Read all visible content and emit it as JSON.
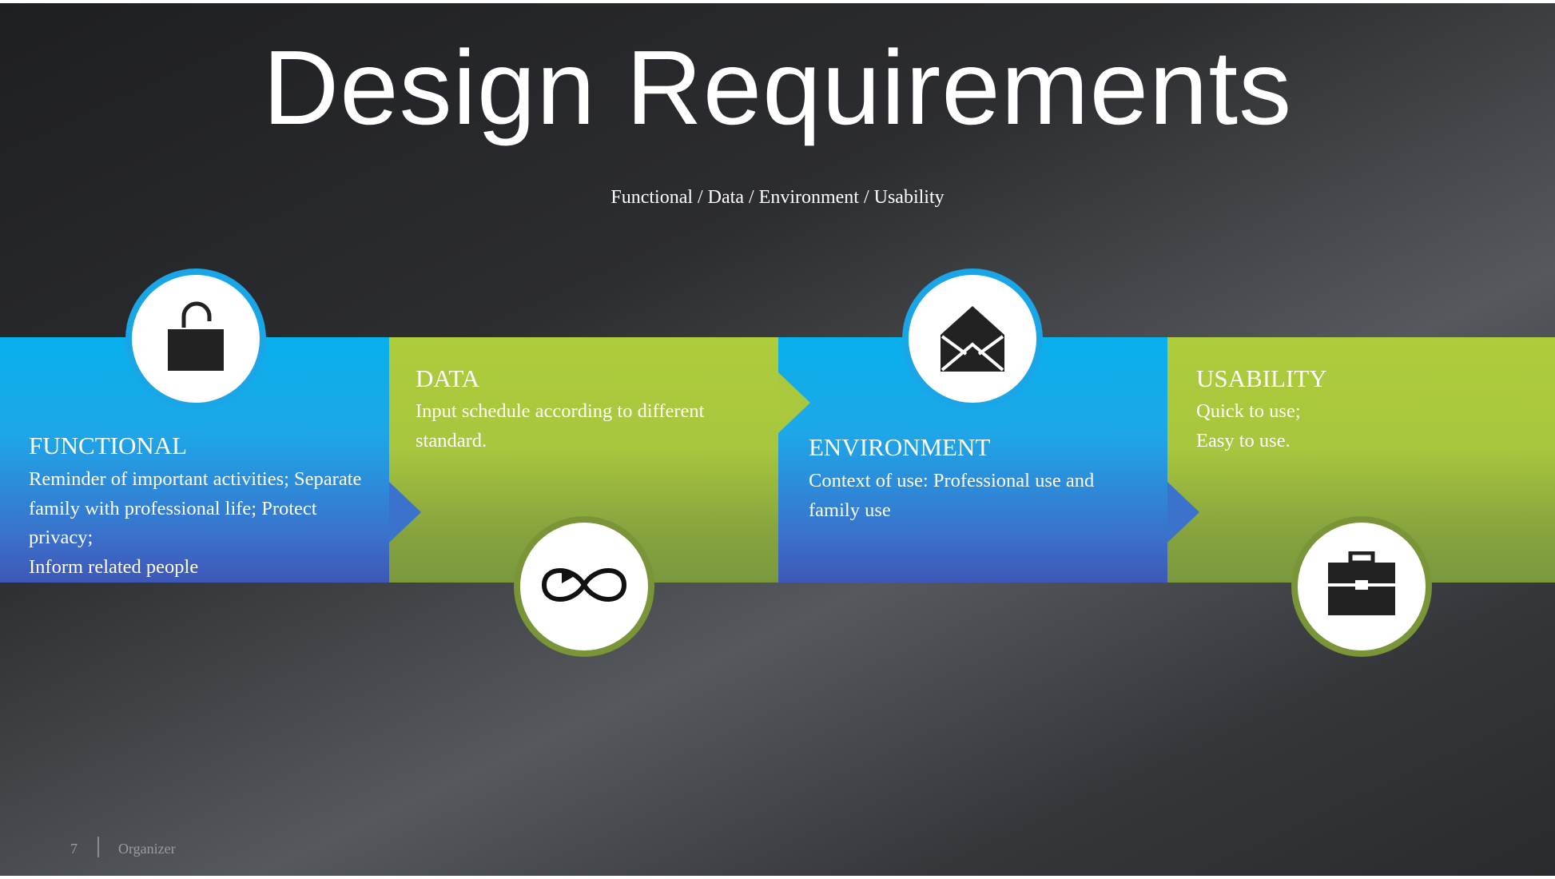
{
  "slide": {
    "title": "Design Requirements",
    "subtitle": "Functional / Data / Environment / Usability",
    "cards": [
      {
        "heading": "FUNCTIONAL",
        "body": [
          "Reminder of important activities; Separate",
          "family with professional life; Protect",
          "privacy;",
          "Inform related people"
        ],
        "icon": "unlocked-padlock-icon",
        "color": "#08b0ec"
      },
      {
        "heading": "DATA",
        "body": [
          "Input schedule according to different",
          "standard."
        ],
        "icon": "infinity-loop-icon",
        "color": "#afcc3c"
      },
      {
        "heading": "ENVIRONMENT",
        "body": [
          "Context of use: Professional use and",
          "family use"
        ],
        "icon": "open-envelope-icon",
        "color": "#08b0ec"
      },
      {
        "heading": "USABILITY",
        "body": [
          "Quick to use;",
          "Easy to use."
        ],
        "icon": "briefcase-icon",
        "color": "#afcc3c"
      }
    ],
    "footer": {
      "page_number": "7",
      "label": "Organizer"
    }
  }
}
